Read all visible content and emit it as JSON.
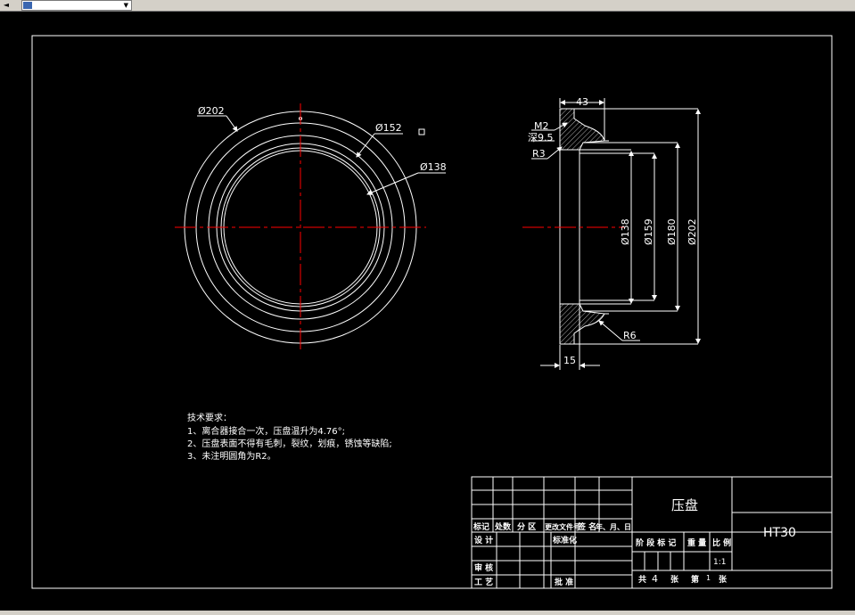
{
  "toolbar": {
    "layer_combo_value": "",
    "arrow_glyph": "◄",
    "chevron_glyph": "▼"
  },
  "drawing": {
    "circle_view": {
      "dim_d202": "Ø202",
      "dim_d152": "Ø152",
      "dim_d138": "Ø138"
    },
    "section_view": {
      "dim_43": "43",
      "label_m2": "M2",
      "label_depth": "深9.5",
      "label_r3": "R3",
      "dim_d138": "Ø138",
      "dim_d159": "Ø159",
      "dim_d180": "Ø180",
      "dim_d202": "Ø202",
      "label_r6": "R6",
      "dim_15": "15"
    },
    "tech_requirements": {
      "title": "技术要求：",
      "line1": "1、离合器接合一次，压盘温升为4.76°;",
      "line2": "2、压盘表面不得有毛刺，裂纹，划痕，锈蚀等缺陷;",
      "line3": "3、未注明圆角为R2。"
    },
    "title_block": {
      "part_name": "压盘",
      "material": "HT30",
      "h_mark": "标记",
      "h_count": "处数",
      "h_zone": "分 区",
      "h_docno": "更改文件号",
      "h_sign": "签 名",
      "h_date": "年、月、日",
      "r_design": "设 计",
      "r_standard": "标准化",
      "r_review": "审 核",
      "r_process": "工 艺",
      "r_approve": "批 准",
      "stage_label": "阶 段 标 记",
      "weight_label": "重 量",
      "scale_label": "比 例",
      "scale_value": "1:1",
      "sheets_total_label": "共",
      "sheets_total_value": "4",
      "sheets_unit1": "张",
      "sheet_no_label": "第",
      "sheet_no_value": "1",
      "sheets_unit2": "张"
    }
  },
  "colors": {
    "background": "#000000",
    "line": "#ffffff",
    "centerline": "#ff0000",
    "chrome": "#d4d0c8"
  }
}
